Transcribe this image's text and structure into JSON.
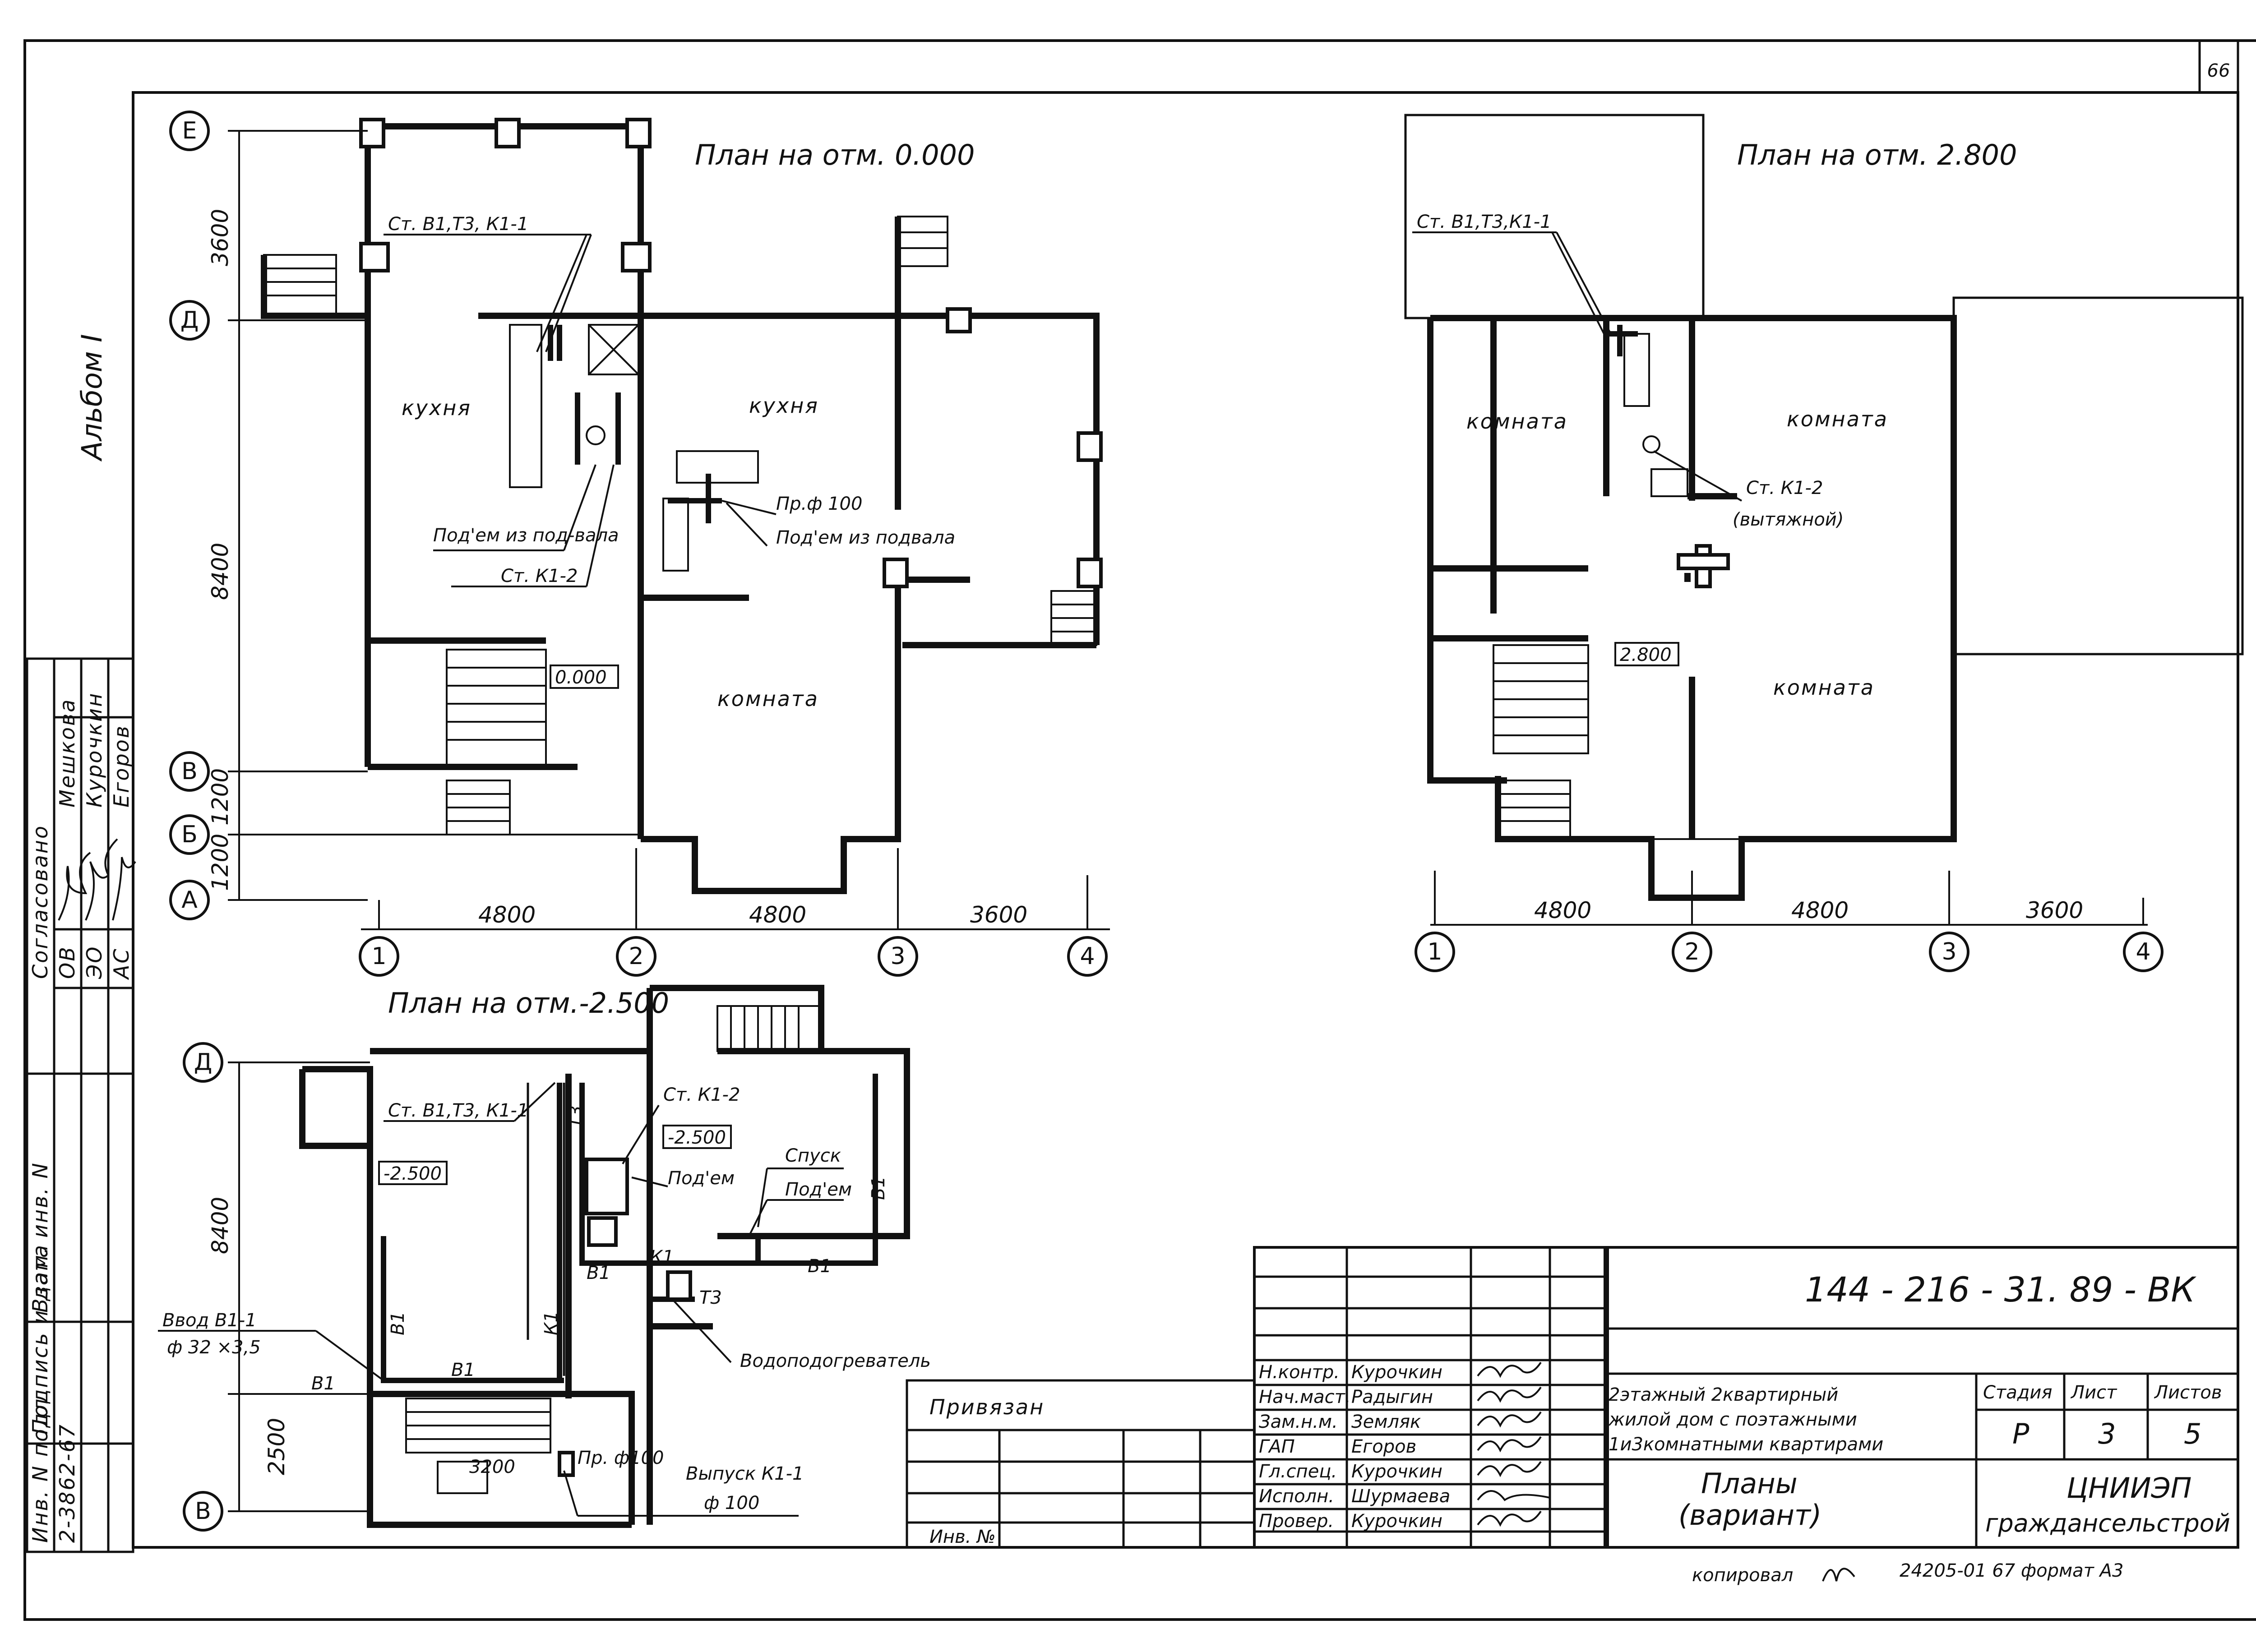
{
  "sheet": {
    "page_number": "66",
    "album": "Альбом I"
  },
  "plan_ground": {
    "title": "План на отм. 0.000",
    "rooms": [
      "кухня",
      "кухня",
      "комната"
    ],
    "level_mark": "0.000",
    "labels": {
      "risers": "Ст. В1,Т3, К1-1",
      "rise_from_basement_left": "Под'ем из под-вала",
      "riser_k12": "Ст. К1-2",
      "prf100": "Пр.ф 100",
      "rise_from_basement_right": "Под'ем из подвала"
    },
    "axes_letters": [
      "Е",
      "Д",
      "В",
      "Б",
      "А"
    ],
    "axes_numbers": [
      "1",
      "2",
      "3",
      "4"
    ],
    "dims_vertical": [
      "3600",
      "8400",
      "1200",
      "1200"
    ],
    "dims_horizontal": [
      "4800",
      "4800",
      "3600"
    ]
  },
  "plan_upper": {
    "title": "План на отм. 2.800",
    "rooms": [
      "комната",
      "комната",
      "комната"
    ],
    "level_mark": "2.800",
    "labels": {
      "risers": "Ст. В1,Т3,К1-1",
      "riser_k12": "Ст. К1-2",
      "riser_k12_note": "(вытяжной)"
    },
    "axes_numbers": [
      "1",
      "2",
      "3",
      "4"
    ],
    "dims_horizontal": [
      "4800",
      "4800",
      "3600"
    ]
  },
  "plan_basement": {
    "title": "План на отм.-2.500",
    "level_marks": [
      "-2.500",
      "-2.500"
    ],
    "labels": {
      "risers": "Ст. В1,Т3, К1-1",
      "riser_k12": "Ст. К1-2",
      "rise": "Под'ем",
      "descent": "Спуск",
      "rise2": "Под'ем",
      "inlet": "Ввод В1-1",
      "inlet_size": "ф 32 ×3,5",
      "water_heater": "Водоподогреватель",
      "outlet": "Выпуск К1-1",
      "outlet_size": "ф 100",
      "pr100": "Пр. ф100",
      "dim_3200": "3200"
    },
    "pipe_marks": [
      "В1",
      "В1",
      "В1",
      "В1",
      "К1",
      "К1",
      "Т3",
      "Т3",
      "В1",
      "В1"
    ],
    "axes_letters": [
      "Д",
      "В"
    ],
    "dims_vertical": [
      "8400",
      "2500"
    ]
  },
  "approval_block": {
    "title": "Согласовано",
    "rows": [
      {
        "dept": "ОВ",
        "name": "Мешкова"
      },
      {
        "dept": "ЭО",
        "name": "Курочкин"
      },
      {
        "dept": "АС",
        "name": "Егоров"
      }
    ]
  },
  "left_stamp": {
    "headers": [
      "Инв. N подл",
      "Подпись и дата",
      "Взам. инв. N"
    ],
    "inv_value": "2-3862-67"
  },
  "binding_block": {
    "label": "Привязан",
    "inv_label": "Инв. №"
  },
  "title_block": {
    "code": "144 - 216 - 31. 89  - ВК",
    "project": "2этажный 2квартирный жилой дом с поэтажными 1 и 3 комнатными квартирами",
    "project_lines": [
      "2этажный 2квартирный",
      "жилой дом с поэтажными",
      "1и3комнатными квартирами"
    ],
    "sheet_title_lines": [
      "Планы",
      "(вариант)"
    ],
    "stage_label": "Стадия",
    "sheet_label": "Лист",
    "sheets_label": "Листов",
    "stage": "Р",
    "sheet": "3",
    "sheets": "5",
    "org_lines": [
      "ЦНИИЭП",
      "граждансельстрой"
    ],
    "staff": [
      {
        "role": "Н.контр.",
        "name": "Курочкин"
      },
      {
        "role": "Нач.маст.",
        "name": "Радыгин"
      },
      {
        "role": "Зам.н.м.",
        "name": "Земляк"
      },
      {
        "role": "ГАП",
        "name": "Егоров"
      },
      {
        "role": "Гл.спец.",
        "name": "Курочкин"
      },
      {
        "role": "Исполн.",
        "name": "Шурмаева"
      },
      {
        "role": "Провер.",
        "name": "Курочкин"
      }
    ]
  },
  "footer": {
    "copied": "копировал",
    "format": "24205-01 67 формат А3"
  }
}
